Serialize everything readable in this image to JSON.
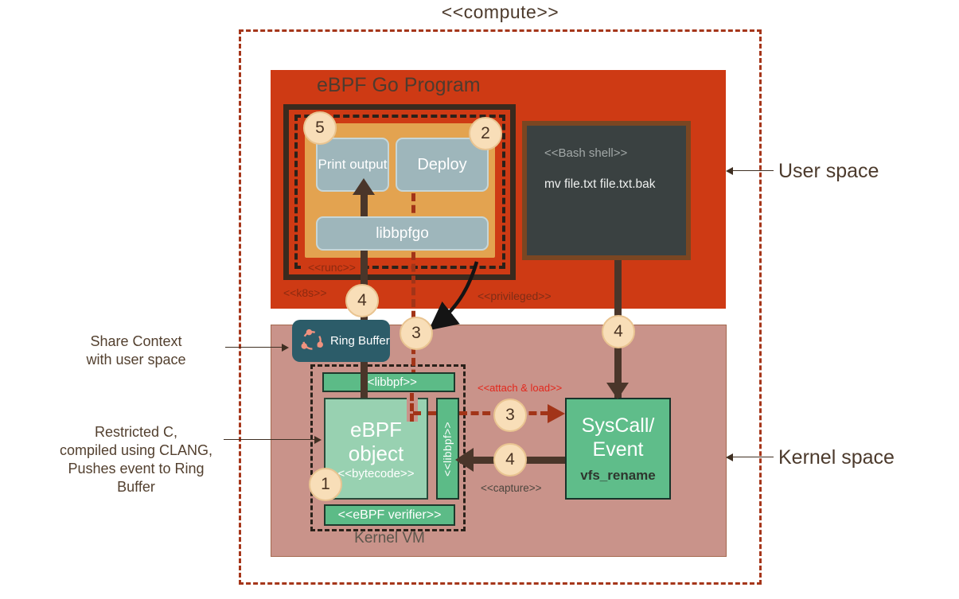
{
  "title": "<<compute>>",
  "labels": {
    "user_space": "User space",
    "kernel_space": "Kernel space",
    "privileged": "<<privileged>>",
    "attach_load": "<<attach & load>>",
    "capture": "<<capture>>",
    "k8s": "<<k8s>>",
    "runc": "<<runc>>",
    "kernel_vm": "Kernel VM"
  },
  "go_program": {
    "title": "eBPF Go Program",
    "print_output": "Print output",
    "deploy": "Deploy",
    "libbpfgo": "libbpfgo"
  },
  "bash_shell": {
    "title": "<<Bash shell>>",
    "command": "mv file.txt file.txt.bak"
  },
  "kernel": {
    "ring_buffer": "Ring Buffer",
    "libbpf_top": "<<libbpf>>",
    "libbpf_side": "<<libbpf>>",
    "ebpf_object_title": "eBPF object",
    "ebpf_object_subtitle": "<<bytecode>>",
    "verifier": "<<eBPF verifier>>",
    "syscall_title": "SysCall/\nEvent",
    "syscall_fn": "vfs_rename"
  },
  "annotations": {
    "share_context": "Share Context\nwith user space",
    "restricted_c": "Restricted C,\ncompiled using CLANG,\nPushes event to Ring\nBuffer"
  },
  "steps": {
    "s1": "1",
    "s2": "2",
    "s3": "3",
    "s4": "4",
    "s5": "5"
  },
  "colors": {
    "user_space_red": "#ce3a14",
    "container_orange": "#e3a350",
    "module_bluegray": "#9eb6bb",
    "kernel_pink": "#c9938a",
    "kernel_green": "#5cbb87",
    "ebpf_light_green": "#98d1b1",
    "ring_buffer_teal": "#2c5c69",
    "step_circle_cream": "#f8deb8",
    "arrow_brown": "#4a362a",
    "dashed_red_line": "#a23418",
    "attach_load_red": "#e3271c",
    "bash_bg": "#3a4141",
    "bash_border": "#7a4622"
  }
}
